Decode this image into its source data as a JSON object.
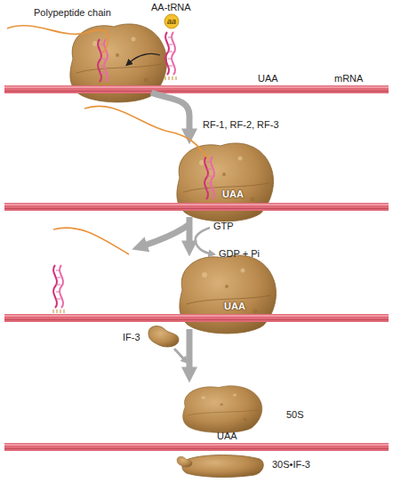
{
  "diagram": {
    "labels": [
      "Polypeptide chain",
      "AA-tRNA",
      "aa",
      "UAA",
      "mRNA",
      "RF-1, RF-2, RF-3",
      "UAA",
      "GTP",
      "GDP + Pi",
      "UAA",
      "IF-3",
      "50S",
      "UAA",
      "30S•IF-3"
    ]
  }
}
